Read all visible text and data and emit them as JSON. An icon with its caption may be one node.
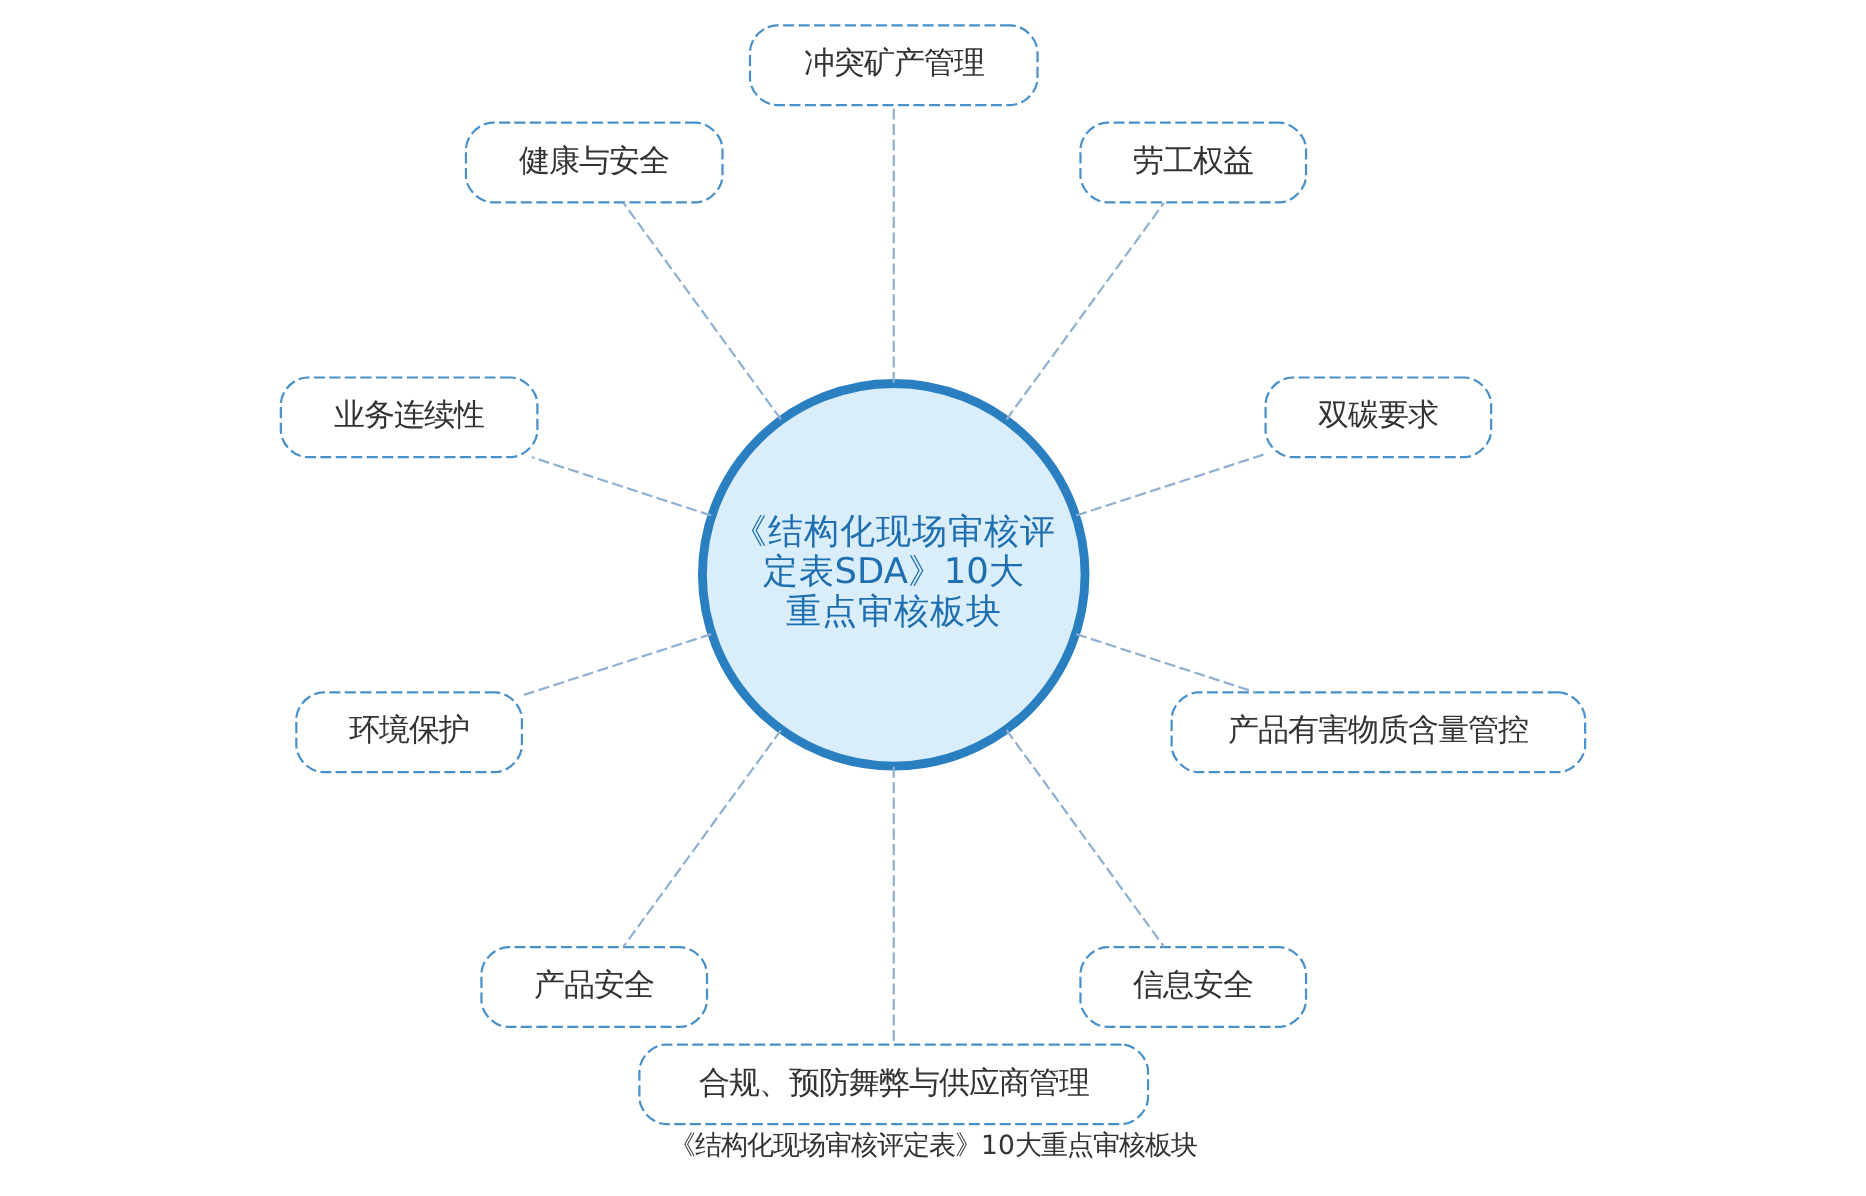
{
  "diagram": {
    "caption": "《结构化现场审核评定表》10大重点审核板块",
    "nodes": [
      {
        "text": [
          "《结构化现场审核评定表SDA》10大重点审核板块"
        ]
      },
      {
        "text": [
          "双碳要求"
        ]
      },
      {
        "text": [
          "劳工权益"
        ]
      },
      {
        "text": [
          "冲突矿产管理"
        ]
      },
      {
        "text": [
          "健康与安全"
        ]
      },
      {
        "text": [
          "业务连续性"
        ]
      },
      {
        "text": [
          "环境保护"
        ]
      },
      {
        "text": [
          "产品安全"
        ]
      },
      {
        "text": [
          "合规、预防舞弊与供应商管理"
        ]
      },
      {
        "text": [
          "信息安全"
        ]
      },
      {
        "text": [
          "产品有害物质含量管控"
        ]
      }
    ],
    "edges": [
      {
        "from": 0,
        "to": 1,
        "arrow": "none",
        "style": "dashed"
      },
      {
        "from": 0,
        "to": 3,
        "arrow": "none",
        "style": "dashed"
      },
      {
        "from": 0,
        "to": 5,
        "arrow": "none",
        "style": "dashed"
      },
      {
        "from": 0,
        "to": 7,
        "arrow": "none",
        "style": "dashed"
      },
      {
        "from": 0,
        "to": 9,
        "arrow": "none",
        "style": "dashed"
      },
      {
        "from": 0,
        "to": 10,
        "arrow": "none",
        "style": "dashed"
      },
      {
        "from": 0,
        "to": 8,
        "arrow": "none",
        "style": "dashed"
      },
      {
        "from": 0,
        "to": 6,
        "arrow": "none",
        "style": "dashed"
      },
      {
        "from": 0,
        "to": 4,
        "arrow": "none",
        "style": "dashed"
      },
      {
        "from": 0,
        "to": 2,
        "arrow": "none",
        "style": "dashed"
      }
    ]
  }
}
